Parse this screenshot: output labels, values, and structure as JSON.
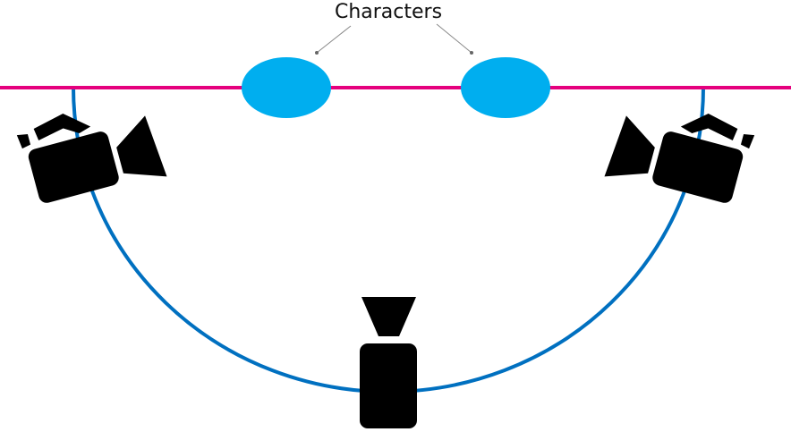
{
  "diagram": {
    "label": "Characters",
    "colors": {
      "axis_line": "#e5007d",
      "camera_arc": "#0070c0",
      "characters": "#00aeef",
      "cameras": "#000000",
      "leader": "#777777"
    },
    "icons": [
      "camera-icon-left",
      "camera-icon-right",
      "camera-icon-bottom"
    ]
  }
}
